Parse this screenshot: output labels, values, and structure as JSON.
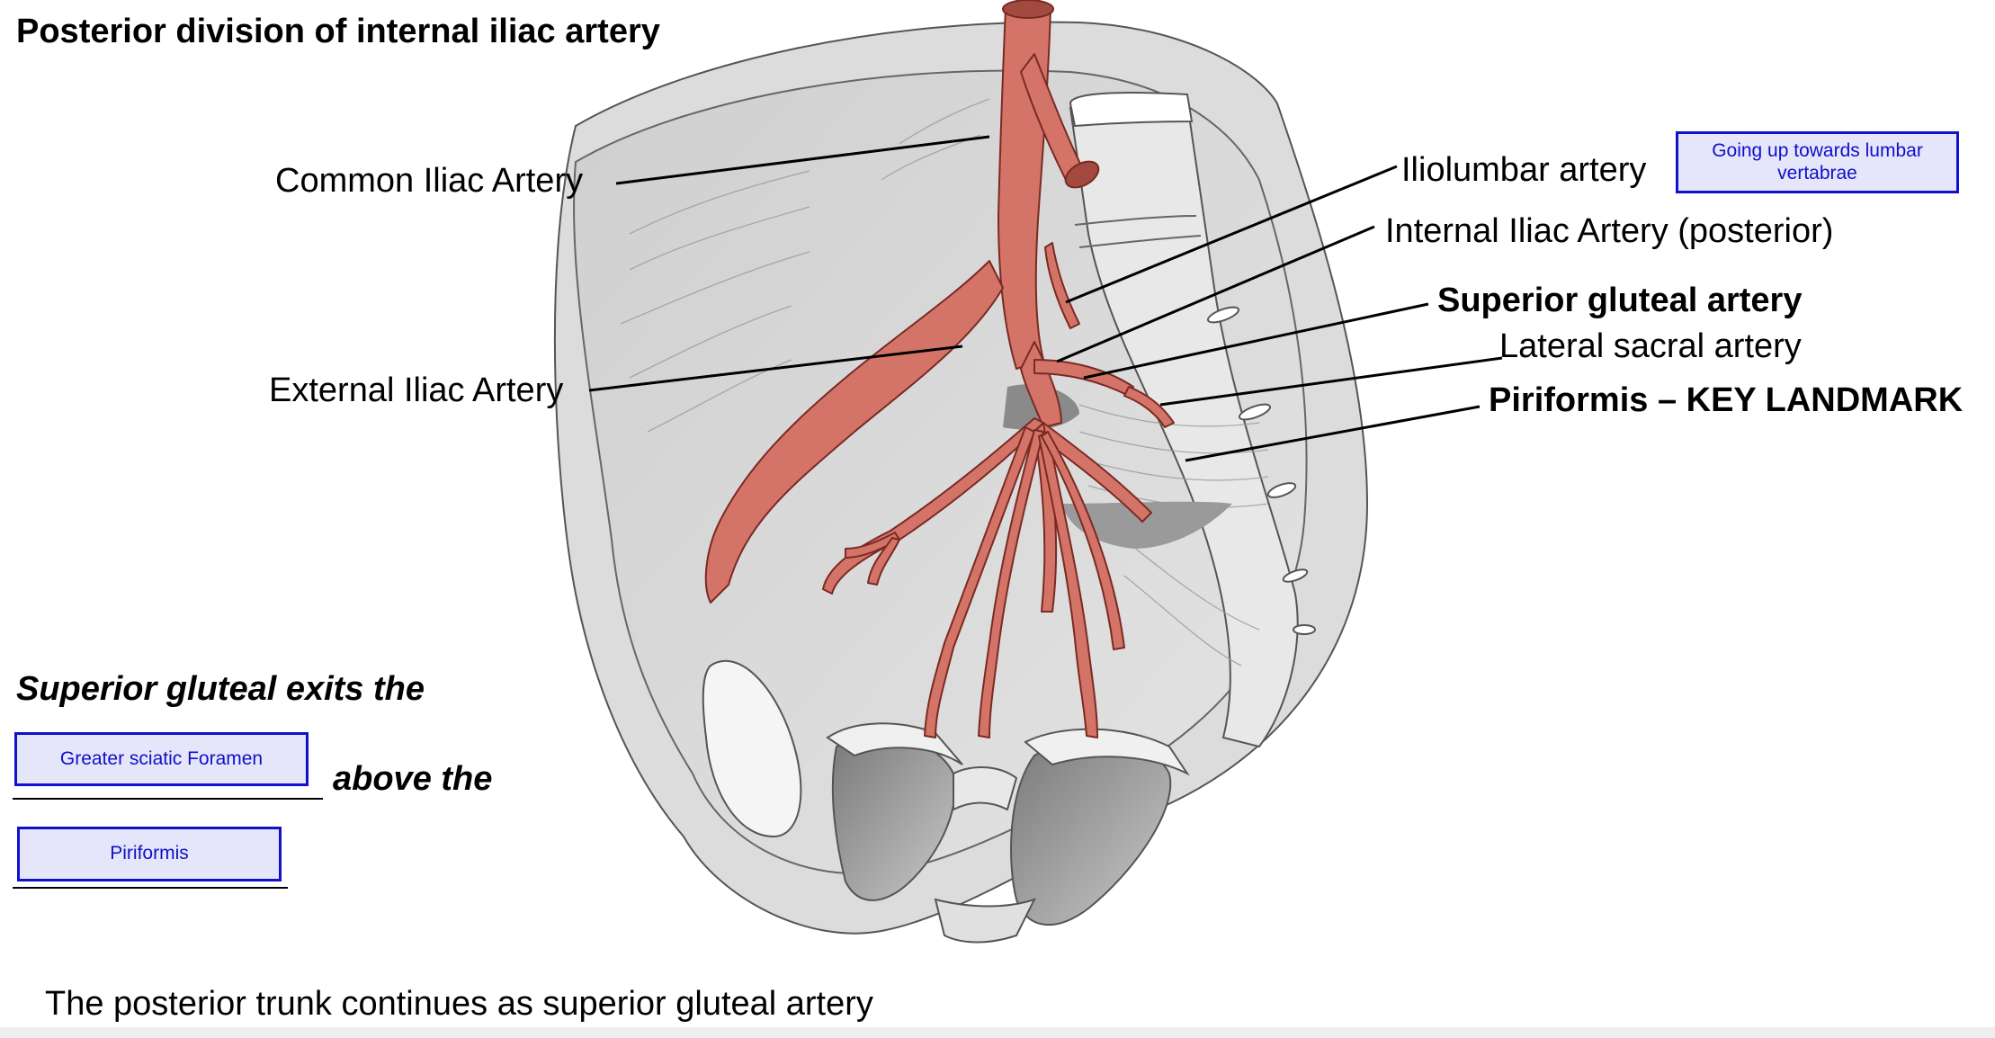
{
  "title": "Posterior division of internal iliac artery",
  "labels": {
    "common_iliac": "Common Iliac Artery",
    "external_iliac": "External Iliac Artery",
    "iliolumbar": "Iliolumbar artery",
    "internal_iliac_posterior": "Internal Iliac Artery (posterior)",
    "superior_gluteal": "Superior gluteal artery",
    "lateral_sacral": "Lateral sacral artery",
    "piriformis_landmark": "Piriformis – KEY LANDMARK"
  },
  "note_box": "Going up towards lumbar vertabrae",
  "quiz": {
    "prompt": "Superior gluteal exits the",
    "answer1": "Greater sciatic Foramen",
    "connector": "above the",
    "answer2": "Piriformis"
  },
  "footer": "The posterior trunk continues as superior gluteal artery",
  "colors": {
    "artery": "#d47468",
    "artery_outline": "#7a2a22",
    "bone": "#d9d9d9",
    "answer_box_fill": "#e6e6fb",
    "answer_box_border": "#1111cc"
  }
}
